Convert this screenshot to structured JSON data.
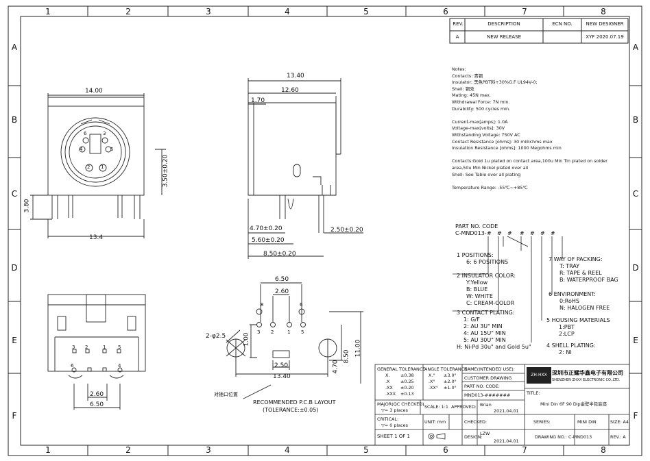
{
  "zones": {
    "columns": [
      "1",
      "2",
      "3",
      "4",
      "5",
      "6",
      "7",
      "8"
    ],
    "rows": [
      "A",
      "B",
      "C",
      "D",
      "E",
      "F"
    ]
  },
  "revision_table": {
    "headers": [
      "REV.",
      "DESCRIPTION",
      "ECN NO.",
      "NEW DESIGNER"
    ],
    "row": {
      "rev": "A",
      "description": "NEW RELEASE",
      "ecn": "",
      "designer": "XYF 2020.07.19"
    }
  },
  "notes": [
    "Notes:",
    "Contacts: 青铜",
    "Insulator: 黑色PBT料+30%G.F UL94V-0;",
    "Shell: 铜壳",
    "Mating: 45N max.",
    "Withdrawal Force: 7N min.",
    "Durability: 500 cycles min.",
    "",
    "Current-max[amps]: 1.0A",
    "Voltage-max[volts]: 30V",
    "Withstanding Voltage: 750V AC",
    "Contact Resistance [ohms]: 30 millichms max",
    "Insulation Resistance [ohms]: 1000 Megohms min",
    "",
    "Contacts:Gold 1u plated on contact area,100u Min Tin plated on solder",
    "area,50u Min Nickel plated over all",
    "Shell: See Table over all plating",
    "",
    "Temperature Range: -55℃~+85℃"
  ],
  "part_code": {
    "title": "PART NO. CODE",
    "code": "C-MND013-",
    "slots": [
      "#",
      "#",
      "#",
      "#",
      "#",
      "#",
      "#"
    ],
    "markers": [
      "1",
      "2",
      "3",
      "4",
      "5",
      "6",
      "7"
    ]
  },
  "options": {
    "positions": {
      "title": "POSITIONS:",
      "marker": "1",
      "items": [
        "6: 6 POSITIONS"
      ]
    },
    "insulator": {
      "title": "INSULATOR COLOR:",
      "marker": "2",
      "items": [
        "Y:Yellow",
        "B: BLUE",
        "W: WHITE",
        "C: CREAM-COLOR"
      ]
    },
    "plating": {
      "title": "CONTACT PLATING:",
      "marker": "3",
      "items": [
        "1: G/F",
        "2: AU 3U\" MIN",
        "4: AU 15U\" MIN",
        "5: AU 30U\" MIN",
        "H: Ni-Pd 30u\" and Gold 5u\""
      ]
    },
    "shell": {
      "title": "SHELL PLATING:",
      "marker": "4",
      "items": [
        "2: NI"
      ]
    },
    "housing": {
      "title": "HOUSING MATERIALS",
      "marker": "5",
      "items": [
        "1:PBT",
        "2:LCP"
      ]
    },
    "environment": {
      "title": "ENVIRONMENT:",
      "marker": "6",
      "items": [
        "0:RoHS",
        "N: HALOGEN FREE"
      ]
    },
    "packing": {
      "title": "WAY OF PACKING:",
      "marker": "7",
      "items": [
        "T: TRAY",
        "R: TAPE & REEL",
        "B: WATERPROOF BAG"
      ]
    }
  },
  "dimensions": {
    "front_width": "14.00",
    "front_base": "13.4",
    "front_height": "3.80",
    "center_height": "3.50±0.20",
    "pin_labels": [
      "6",
      "4",
      "5",
      "1",
      "2",
      "3"
    ],
    "side_total": "13.40",
    "side_mid": "12.60",
    "side_small": "1.70",
    "side_a": "4.70±0.20",
    "side_b": "5.60±0.20",
    "side_c": "8.50±0.20",
    "side_d": "2.50±0.20",
    "bottom_a": "2.60",
    "bottom_b": "6.50",
    "bottom_pins": [
      "3",
      "2",
      "1",
      "5",
      "6",
      "4"
    ],
    "pcb_top": "6.50",
    "pcb_mid": "2.60",
    "pcb_hole": "2-φ2.5",
    "pcb_a": "1.00",
    "pcb_b": "2.50",
    "pcb_c": "13.40",
    "pcb_d": "4.70",
    "pcb_e": "8.50",
    "pcb_f": "11.00",
    "pcb_pins": [
      "8",
      "6",
      "3",
      "2",
      "1",
      "5"
    ],
    "pcb_note": "对插口位置",
    "layout_title": "RECOMMENDED P.C.B LAYOUT",
    "layout_tol": "(TOLERANCE:±0.05)"
  },
  "title_block": {
    "general_tol_title": "GENERAL TOLERANCE",
    "general_tol": [
      [
        "X.",
        "±0.38"
      ],
      [
        ".X",
        "±0.25"
      ],
      [
        ".XX",
        "±0.20"
      ],
      [
        ".XXX",
        "±0.13"
      ]
    ],
    "angle_tol_title": "ANGLE TOLERANCE",
    "angle_tol": [
      [
        "X.°",
        "±3.0°"
      ],
      [
        ".X°",
        "±2.0°"
      ],
      [
        ".XX°",
        "±1.0°"
      ]
    ],
    "major": "MAJOR(QC CHECKED)",
    "major_places": "▽= 3 places",
    "critical": "CRITICAL:",
    "critical_places": "▽= 0 places",
    "sheet": "SHEET 1 OF 1",
    "name_label": "NAME(INTENDED USE):",
    "name_value": "CUSTOMER DRAWING",
    "part_label": "PART NO. CODE:",
    "part_value": "MND013-#######",
    "scale": "SCALE: 1:1",
    "approved": "APPROVED:",
    "approved_name": "Brian",
    "approved_date": "2021.04.01",
    "unit": "UNIT: mm",
    "checked": "CHECKED:",
    "design": "DESIGN:",
    "designer": "LZW",
    "design_date": "2021.04.01",
    "company_cn": "深圳市正耀华鑫电子有限公司",
    "company_en": "SHENZHEN ZHXX ELECTRONIC CO.,LTD.",
    "logo_text": "ZH-HXX",
    "title_label": "TITLE:",
    "title_value": "Mini Din 6F 90 Dip金壁半包底座",
    "series_label": "SERIES:",
    "series_value": "MINI DIN",
    "size": "SIZE: A4",
    "drawing_label": "DRAWING NO.:",
    "drawing_value": "C-MND013",
    "rev": "REV.: A"
  }
}
